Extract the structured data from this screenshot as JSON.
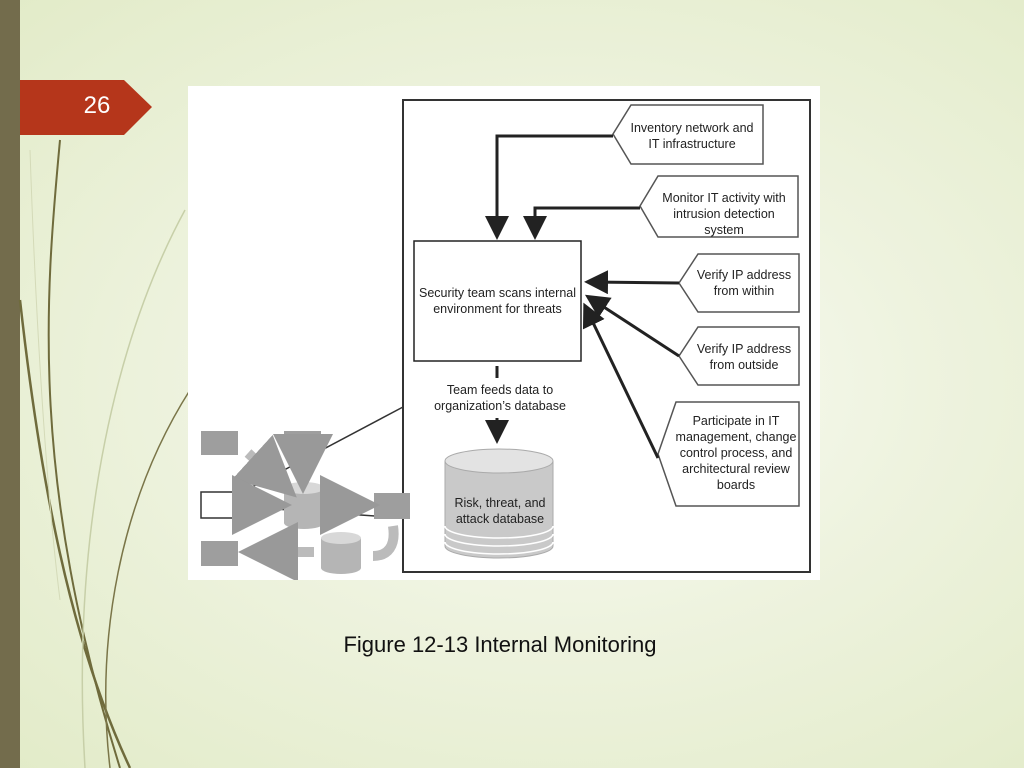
{
  "slide": {
    "page_number": "26",
    "caption": "Figure 12-13 Internal Monitoring"
  },
  "diagram": {
    "center_box": "Security team scans internal environment for threats",
    "inputs": [
      "Inventory network and IT infrastructure",
      "Monitor IT activity with intrusion detection system",
      "Verify IP address from within",
      "Verify IP address from outside",
      "Participate in IT management, change control process, and architectural review boards"
    ],
    "feed_label": "Team feeds data to organization’s database",
    "database_label": "Risk, threat, and attack database"
  },
  "colors": {
    "accent": "#b5361b",
    "side_bar": "#736c4c",
    "decoration_lines": "#6f6b3c"
  }
}
